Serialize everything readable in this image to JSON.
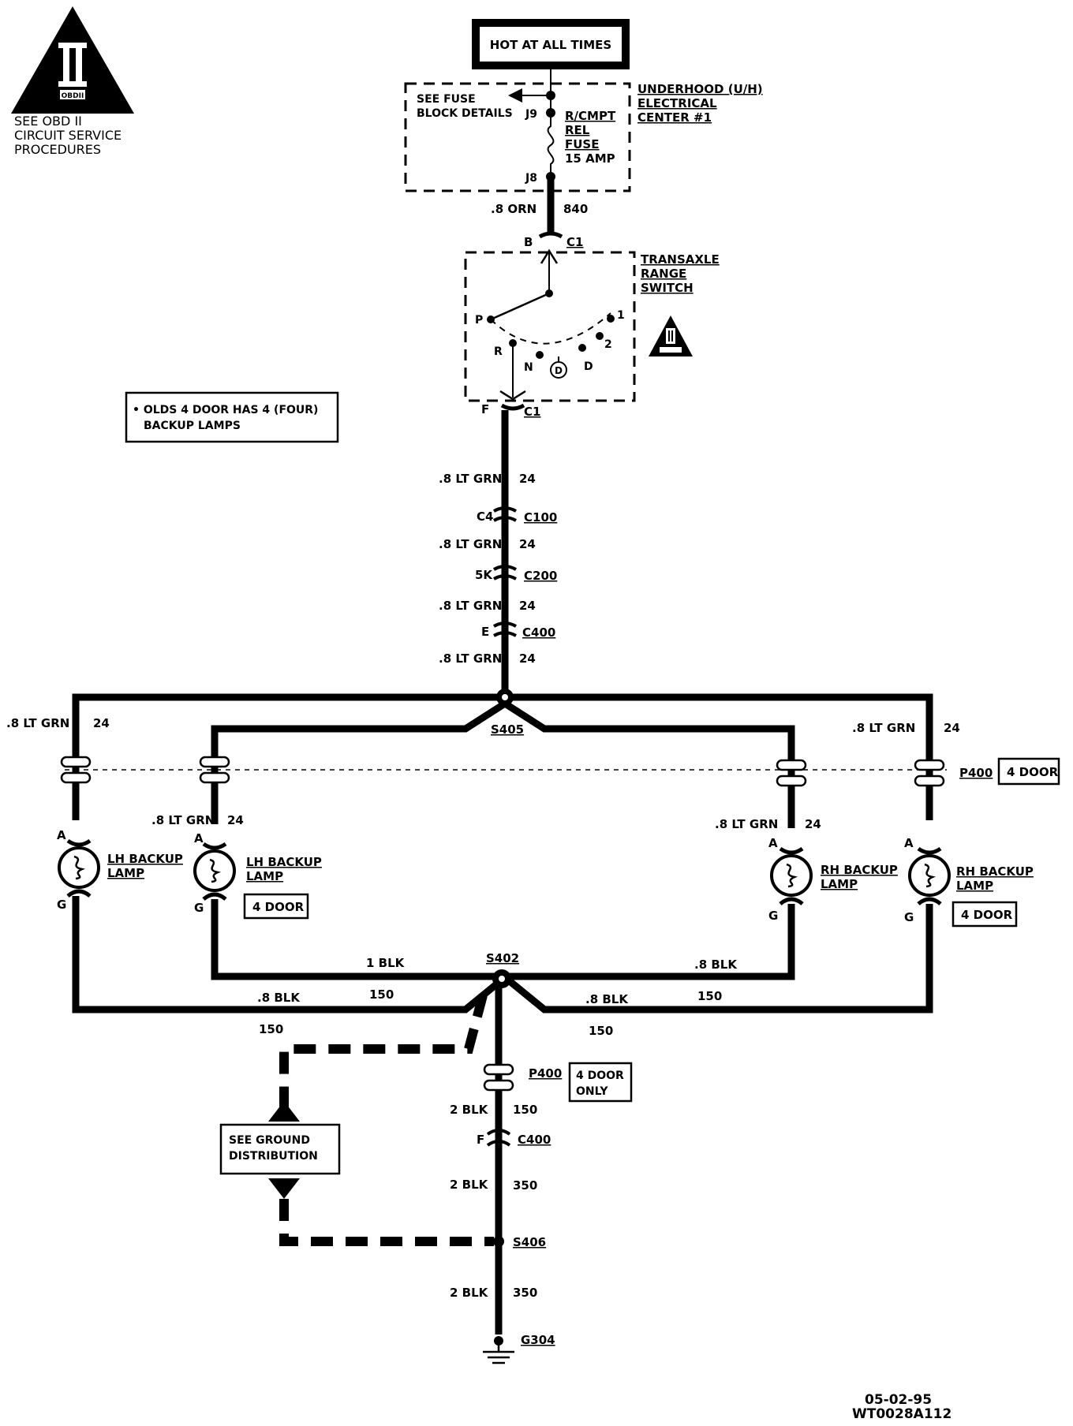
{
  "obd": {
    "badge_text": "OBDII",
    "note_line1": "SEE OBD II",
    "note_line2": "CIRCUIT SERVICE",
    "note_line3": "PROCEDURES"
  },
  "power": {
    "hot_label": "HOT AT ALL TIMES",
    "fuse_block_note_line1": "SEE FUSE",
    "fuse_block_note_line2": "BLOCK DETAILS",
    "terminal_top": "J9",
    "terminal_bottom": "J8",
    "fuse_name": "R/CMPT",
    "fuse_name2": "REL",
    "fuse_name3": "FUSE",
    "fuse_rating": "15 AMP",
    "center_line1": "UNDERHOOD (U/H)",
    "center_line2": "ELECTRICAL",
    "center_line3": "CENTER #1"
  },
  "feed_wire": {
    "gauge_color": ".8 ORN",
    "circuit": "840"
  },
  "switch": {
    "name_line1": "TRANSAXLE",
    "name_line2": "RANGE",
    "name_line3": "SWITCH",
    "in_pin": "B",
    "out_pin": "F",
    "connector": "C1",
    "positions": [
      "P",
      "R",
      "N",
      "D",
      "D",
      "2",
      "1"
    ]
  },
  "note_box": {
    "line1": "• OLDS 4 DOOR HAS 4 (FOUR)",
    "line2": "BACKUP LAMPS"
  },
  "trunk": {
    "wire_label": ".8 LT GRN",
    "circuit": "24",
    "connectors": [
      {
        "pin": "C4",
        "name": "C100"
      },
      {
        "pin": "5K",
        "name": "C200"
      },
      {
        "pin": "E",
        "name": "C400"
      }
    ]
  },
  "splices": {
    "feed": "S405",
    "ground": "S402",
    "ground2": "S406",
    "ground_point": "G304"
  },
  "lamps": [
    {
      "name_line1": "LH BACKUP",
      "name_line2": "LAMP",
      "tag": "",
      "pin_a": "A",
      "pin_g": "G"
    },
    {
      "name_line1": "LH BACKUP",
      "name_line2": "LAMP",
      "tag": "4 DOOR",
      "pin_a": "A",
      "pin_g": "G"
    },
    {
      "name_line1": "RH BACKUP",
      "name_line2": "LAMP",
      "tag": "",
      "pin_a": "A",
      "pin_g": "G"
    },
    {
      "name_line1": "RH BACKUP",
      "name_line2": "LAMP",
      "tag": "4 DOOR",
      "pin_a": "A",
      "pin_g": "G"
    }
  ],
  "lamp_feed": {
    "label_outer_left": ".8  LT  GRN",
    "label_inner_left": ".8 LT GRN",
    "label_inner_right": ".8  LT  GRN",
    "label_outer_right": ".8  LT  GRN",
    "circuit": "24"
  },
  "pass_through": {
    "name": "P400",
    "tag": "4 DOOR"
  },
  "ground_wires": {
    "inner_left": "1  BLK",
    "inner_right": ".8  BLK",
    "outer_left": ".8  BLK",
    "outer_right": ".8  BLK",
    "circuit": "150"
  },
  "ground_path": {
    "p400_tag_line1": "4  DOOR",
    "p400_tag_line2": "ONLY",
    "wire1": "2  BLK",
    "circuit1": "150",
    "c400_pin": "F",
    "c400_name": "C400",
    "wire2": "2  BLK",
    "circuit2": "350",
    "wire3": "2  BLK",
    "circuit3": "350",
    "see_ground_line1": "SEE  GROUND",
    "see_ground_line2": "DISTRIBUTION"
  },
  "footer": {
    "date": "05-02-95",
    "code": "WT0028A112"
  }
}
